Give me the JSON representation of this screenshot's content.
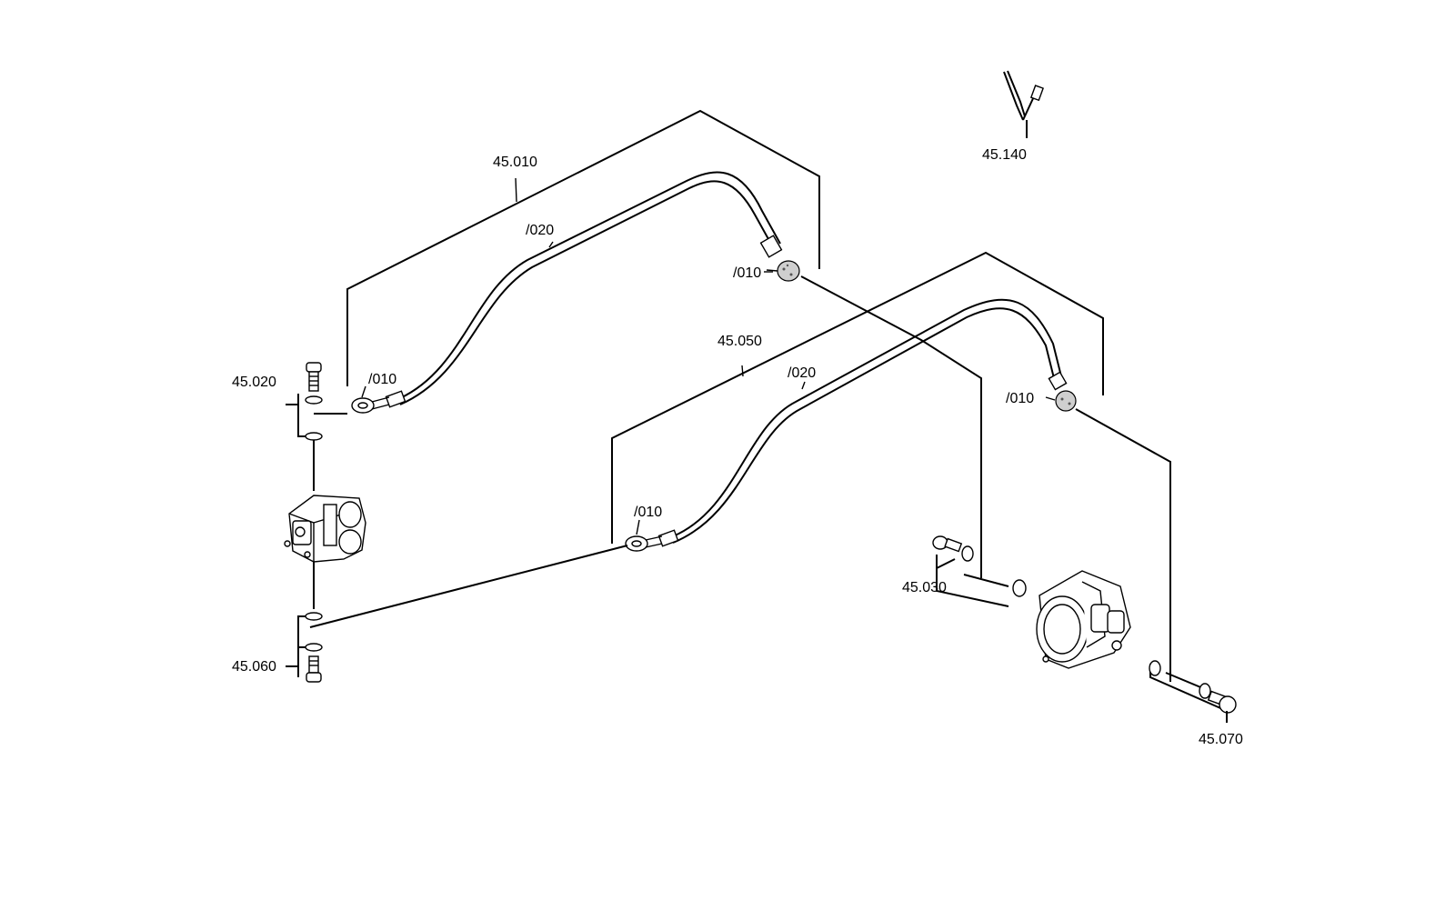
{
  "diagram": {
    "labels": {
      "l_45_010": "45.010",
      "l_45_140": "45.140",
      "l_020_a": "/020",
      "l_010_a_end": "/010",
      "l_45_020": "45.020",
      "l_010_a_start": "/010",
      "l_45_050": "45.050",
      "l_020_b": "/020",
      "l_010_b_end": "/010",
      "l_010_b_start": "/010",
      "l_45_030": "45.030",
      "l_45_060": "45.060",
      "l_45_070": "45.070"
    }
  }
}
